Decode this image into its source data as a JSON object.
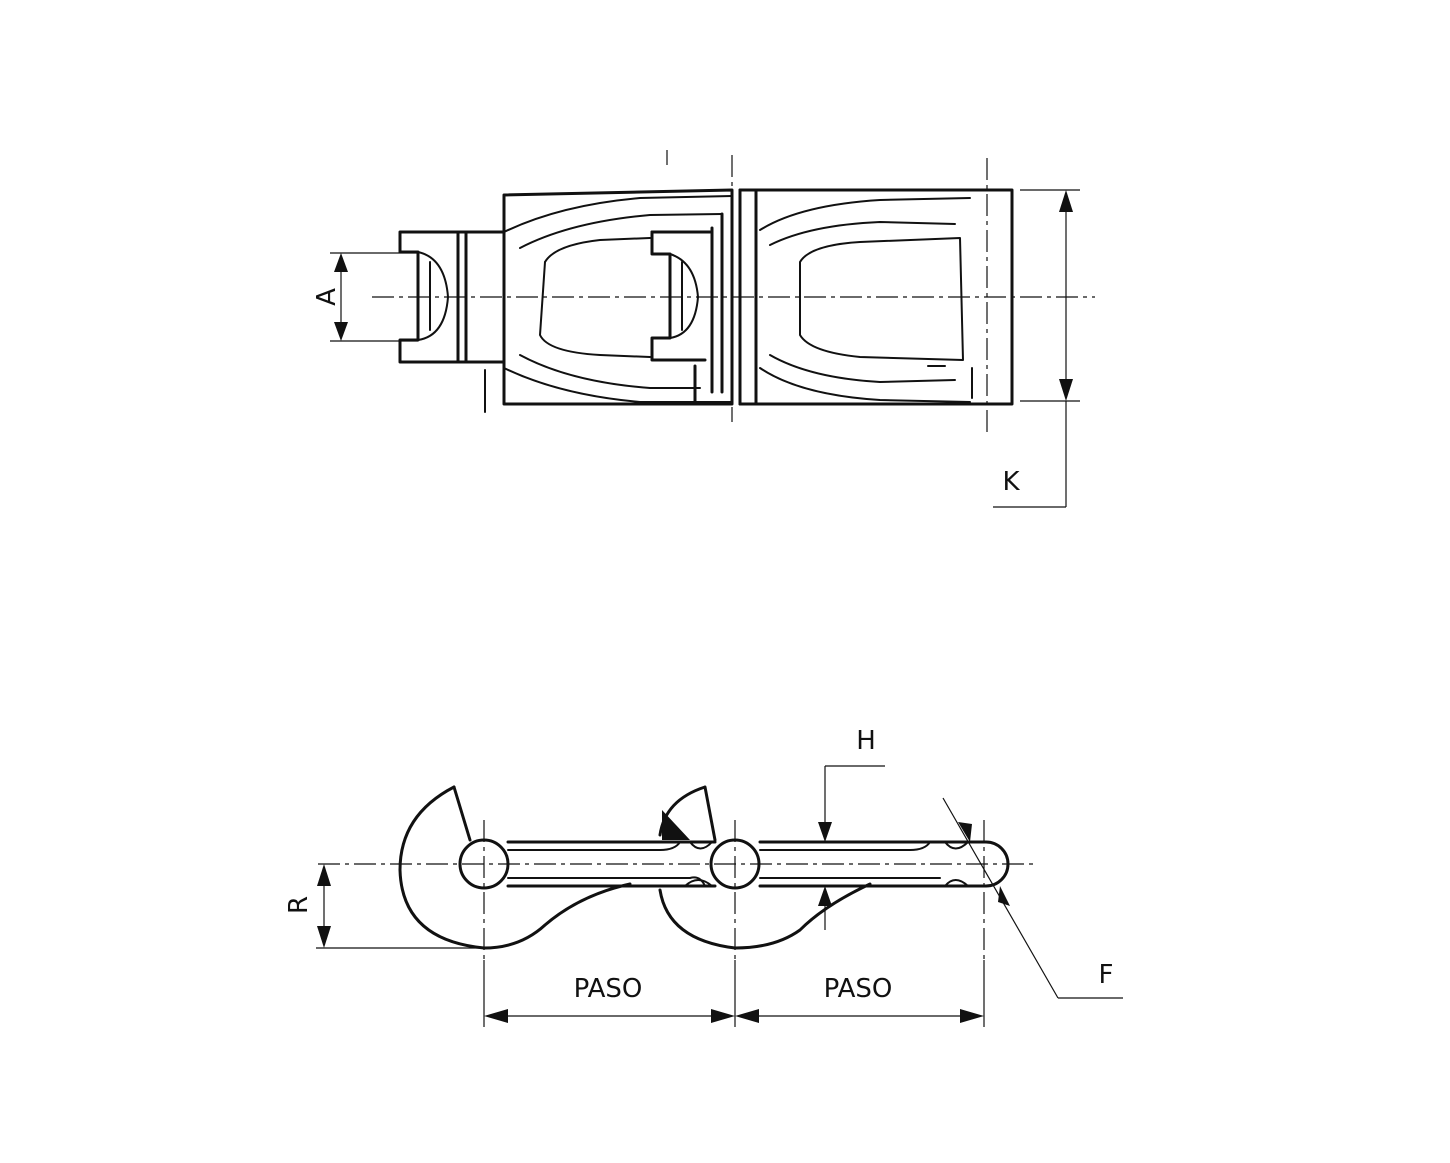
{
  "labels": {
    "A": "A",
    "K": "K",
    "H": "H",
    "R": "R",
    "F": "F",
    "paso_1": "PASO",
    "paso_2": "PASO"
  },
  "colors": {
    "line": "#111111",
    "background": "#ffffff"
  }
}
